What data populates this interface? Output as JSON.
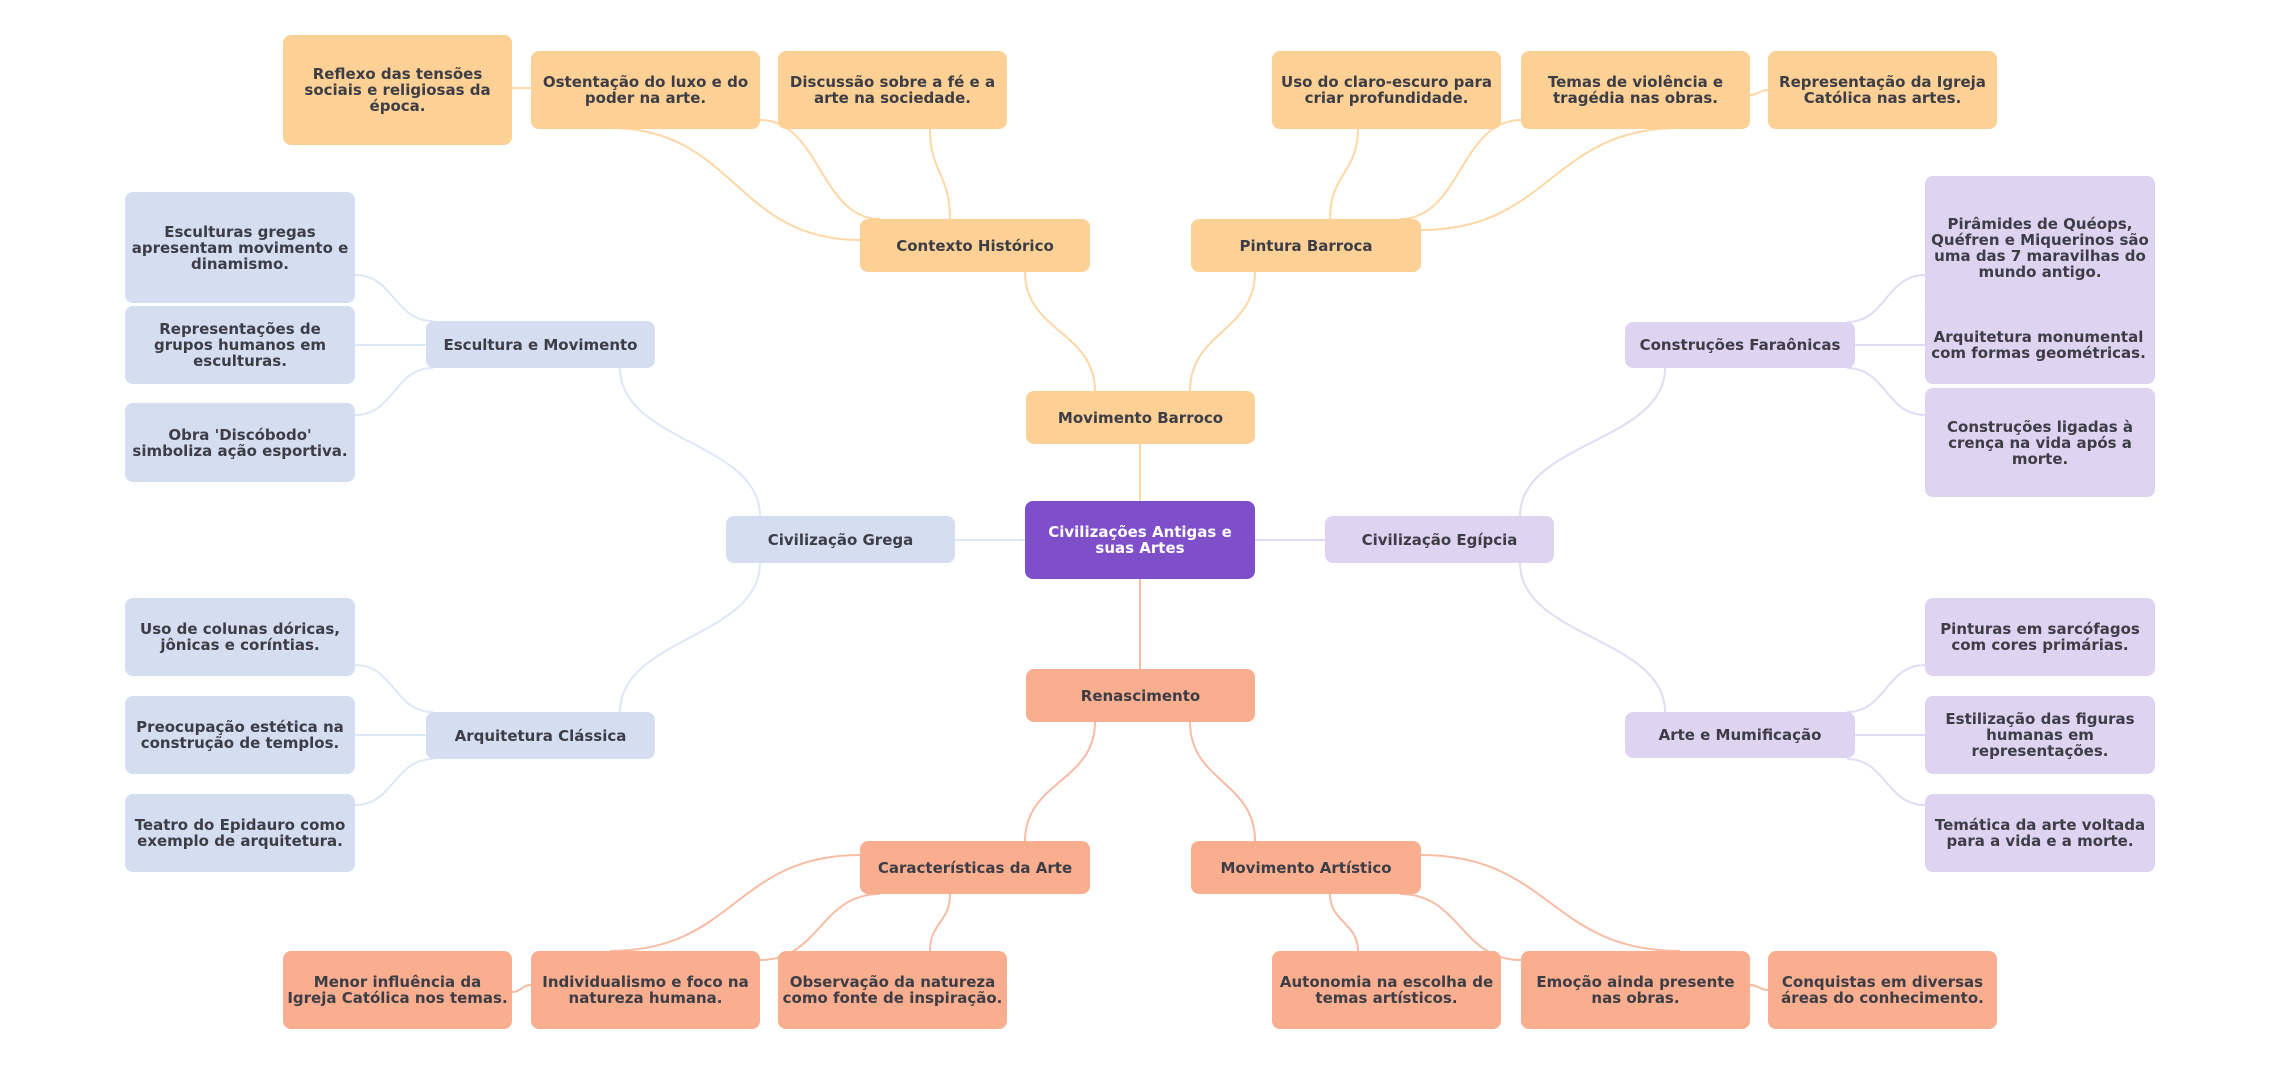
{
  "colors": {
    "root": "#7e4fc9",
    "barroco": "#fdd196",
    "renascimento": "#f9ae90",
    "grega": "#d5ddf1",
    "egipcia": "#ded3f1",
    "link_barroco": "#fdd7a6",
    "link_renascimento": "#f8bba4",
    "link_grega": "#dfe6f6",
    "link_egipcia": "#e3daf4"
  },
  "root": {
    "label": "Civilizações Antigas e suas Artes"
  },
  "branches": {
    "barroco": {
      "label": "Movimento Barroco",
      "contexto": {
        "label": "Contexto Histórico",
        "leaves": [
          "Reflexo das tensões sociais e religiosas da época.",
          "Ostentação do luxo e do poder na arte.",
          "Discussão sobre a fé e a arte na sociedade."
        ]
      },
      "pintura": {
        "label": "Pintura Barroca",
        "leaves": [
          "Uso do claro-escuro para criar profundidade.",
          "Temas de violência e tragédia nas obras.",
          "Representação da Igreja Católica nas artes."
        ]
      }
    },
    "renascimento": {
      "label": "Renascimento",
      "caracteristicas": {
        "label": "Características da Arte",
        "leaves": [
          "Menor influência da Igreja Católica nos temas.",
          "Individualismo e foco na natureza humana.",
          "Observação da natureza como fonte de inspiração."
        ]
      },
      "movimento": {
        "label": "Movimento Artístico",
        "leaves": [
          "Autonomia na escolha de temas artísticos.",
          "Emoção ainda presente nas obras.",
          "Conquistas em diversas áreas do conhecimento."
        ]
      }
    },
    "grega": {
      "label": "Civilização Grega",
      "escultura": {
        "label": "Escultura e Movimento",
        "leaves": [
          "Esculturas gregas apresentam movimento e dinamismo.",
          "Representações de grupos humanos em esculturas.",
          "Obra 'Discóbodo' simboliza ação esportiva."
        ]
      },
      "arquitetura": {
        "label": "Arquitetura Clássica",
        "leaves": [
          "Uso de colunas dóricas, jônicas e coríntias.",
          "Preocupação estética na construção de templos.",
          "Teatro do Epidauro como exemplo de arquitetura."
        ]
      }
    },
    "egipcia": {
      "label": "Civilização Egípcia",
      "construcoes": {
        "label": "Construções Faraônicas",
        "leaves": [
          "Pirâmides de Quéops, Quéfren e Miquerinos são uma das 7 maravilhas do mundo antigo.",
          "Arquitetura monumental com formas geométricas.",
          "Construções ligadas à crença na vida após a morte."
        ]
      },
      "mumificacao": {
        "label": "Arte e Mumificação",
        "leaves": [
          "Pinturas em sarcófagos com cores primárias.",
          "Estilização das figuras humanas em representações.",
          "Temática da arte voltada para a vida e a morte."
        ]
      }
    }
  }
}
